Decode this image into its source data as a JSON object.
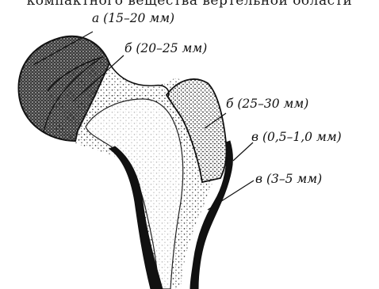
{
  "top_text": "компактного вещества вертельной области",
  "labels": [
    "а (15–20 мм)",
    "б (20–25 мм)",
    "б (25–30 мм)",
    "в (0,5–1,0 мм)",
    "в (3–5 мм)"
  ]
}
